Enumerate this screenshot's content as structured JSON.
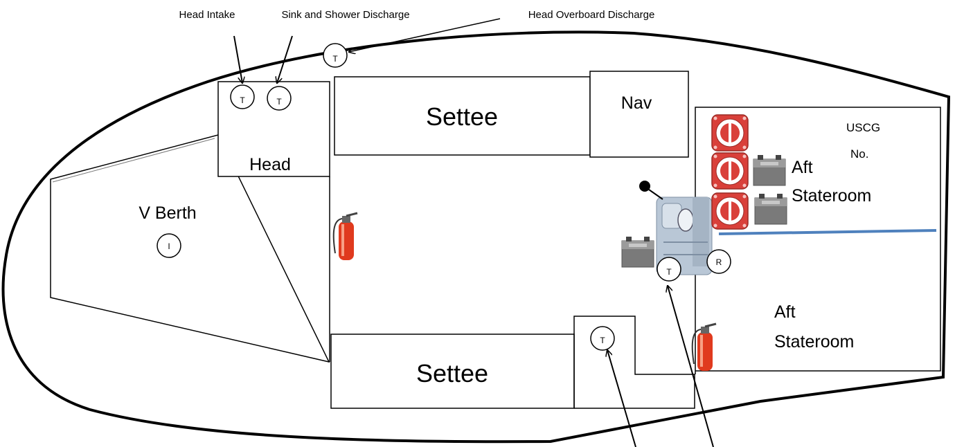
{
  "callouts": {
    "head_intake": "Head Intake",
    "sink_shower_discharge": "Sink and Shower Discharge",
    "head_overboard_discharge": "Head Overboard Discharge"
  },
  "compartments": {
    "v_berth": "V Berth",
    "head": "Head",
    "settee_upper": "Settee",
    "settee_lower": "Settee",
    "nav": "Nav",
    "aft_stateroom_upper_line1": "Aft",
    "aft_stateroom_upper_line2": "Stateroom",
    "aft_stateroom_lower_line1": "Aft",
    "aft_stateroom_lower_line2": "Stateroom"
  },
  "uscg": {
    "line1": "USCG",
    "line2": "No."
  },
  "markers": {
    "thru_hull": "T",
    "intake": "I",
    "raw_water": "R"
  },
  "colors": {
    "hull_outline": "#000000",
    "bulkhead_line": "#4f81bd",
    "switch_red": "#d9403a",
    "battery_gray": "#7a7a7a",
    "extinguisher_red": "#e03a1e"
  },
  "icons": [
    "battery-switch-icon",
    "battery-icon",
    "fire-extinguisher-icon",
    "engine-icon"
  ]
}
